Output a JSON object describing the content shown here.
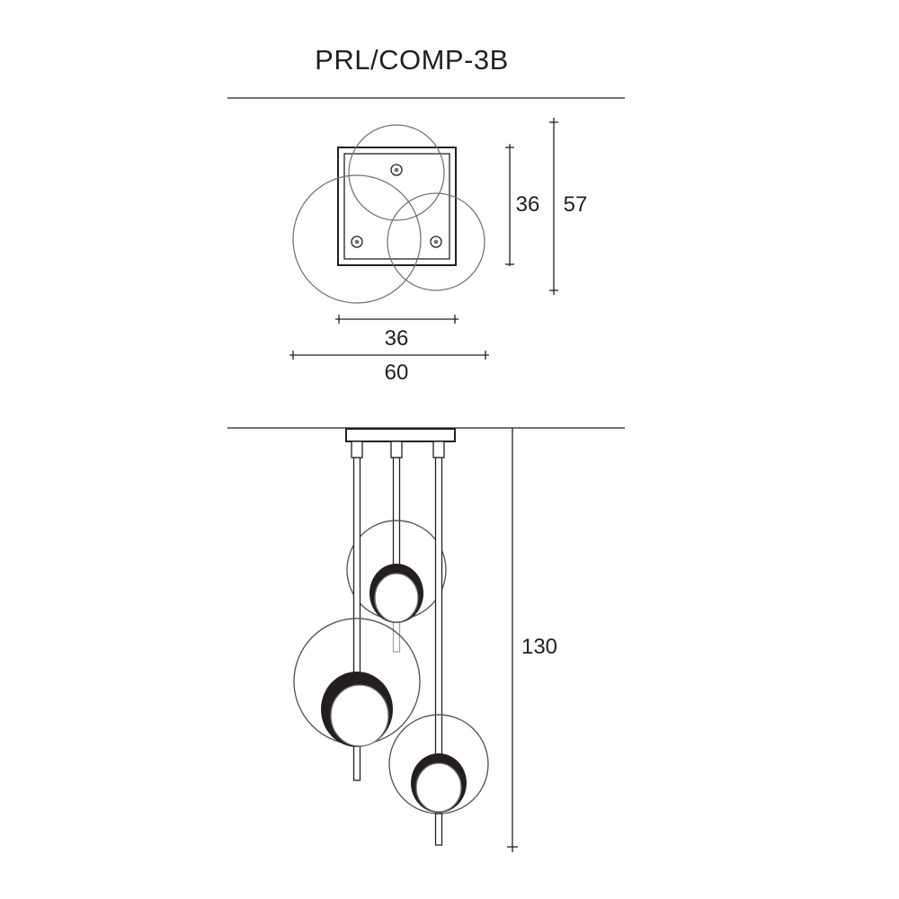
{
  "title": "PRL/COMP-3B",
  "top_view": {
    "dim_height_inner": "36",
    "dim_height_outer": "57",
    "dim_width_inner": "36",
    "dim_width_outer": "60"
  },
  "side_view": {
    "dim_height": "130"
  }
}
